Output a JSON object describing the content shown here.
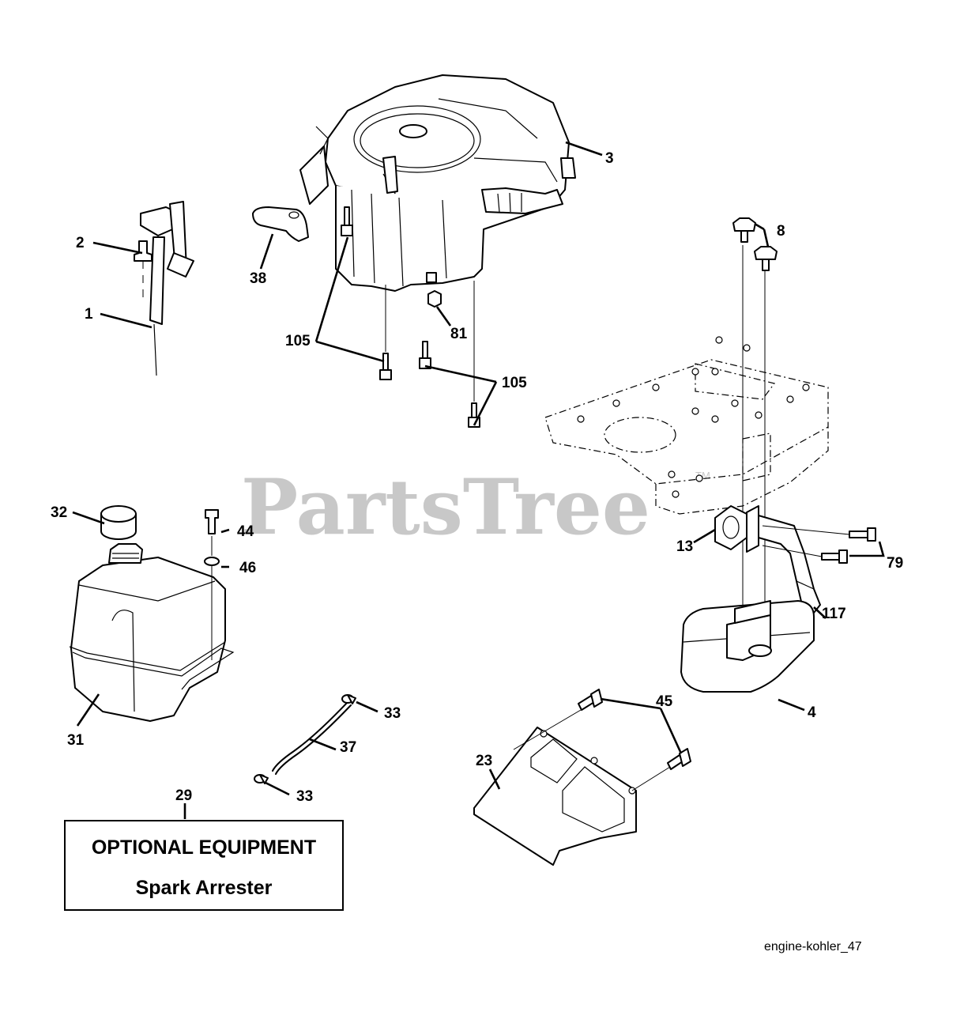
{
  "watermark": {
    "text": "PartsTree",
    "mark": "TM"
  },
  "labels": {
    "l1": "1",
    "l2": "2",
    "l3": "3",
    "l4": "4",
    "l8": "8",
    "l13": "13",
    "l23": "23",
    "l29": "29",
    "l31": "31",
    "l32": "32",
    "l33a": "33",
    "l33b": "33",
    "l37": "37",
    "l38": "38",
    "l44": "44",
    "l45": "45",
    "l46": "46",
    "l79": "79",
    "l81": "81",
    "l105a": "105",
    "l105b": "105",
    "l117": "117"
  },
  "optional_box": {
    "title": "OPTIONAL EQUIPMENT",
    "subtitle": "Spark Arrester"
  },
  "reference": "engine-kohler_47"
}
